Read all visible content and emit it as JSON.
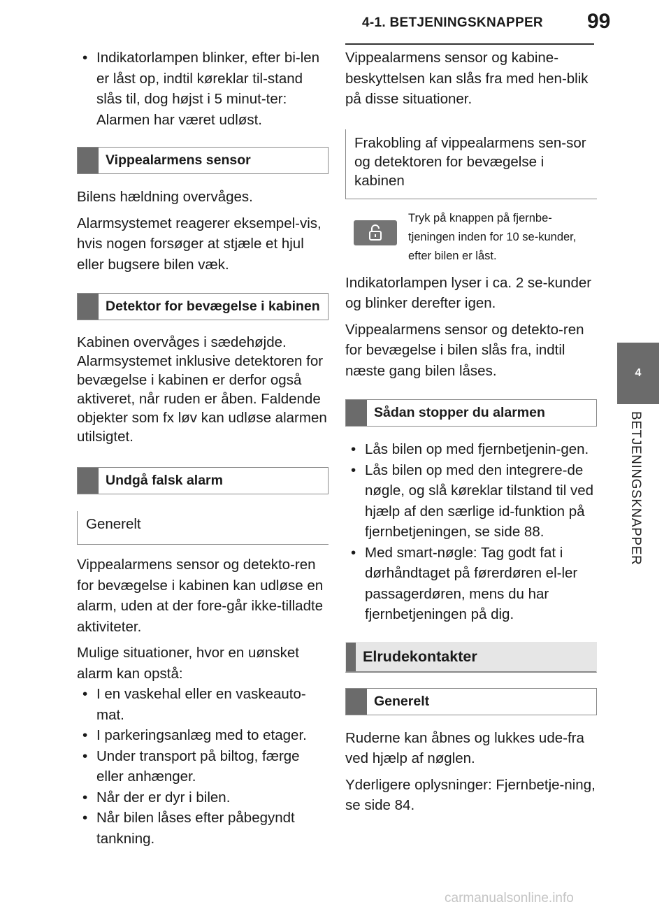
{
  "header": {
    "section": "4-1. BETJENINGSKNAPPER",
    "page_number": "99"
  },
  "side_tab": {
    "number": "4",
    "label": "BETJENINGSKNAPPER"
  },
  "left": {
    "intro_bullet": "Indikatorlampen blinker, efter bi-len er låst op, indtil køreklar til-stand slås til, dog højst i 5 minut-ter: Alarmen har været udløst.",
    "h_tilt": "Vippealarmens sensor",
    "tilt_p1": "Bilens hældning overvåges.",
    "tilt_p2": "Alarmsystemet reagerer eksempel-vis, hvis nogen forsøger at stjæle et hjul eller bugsere bilen væk.",
    "h_motion": "Detektor for bevægelse i kabinen",
    "motion_p": "Kabinen overvåges i sædehøjde. Alarmsystemet inklusive detektoren for bevægelse i kabinen er derfor også aktiveret, når ruden er åben. Faldende objekter som fx løv kan udløse alarmen utilsigtet.",
    "h_false": "Undgå falsk alarm",
    "sub_general": "Generelt",
    "false_p1": "Vippealarmens sensor og detekto-ren for bevægelse i kabinen kan udløse en alarm, uden at der fore-går ikke-tilladte aktiviteter.",
    "false_p2": "Mulige situationer, hvor en uønsket alarm kan opstå:",
    "situations": [
      "I en vaskehal eller en vaskeauto-mat.",
      "I parkeringsanlæg med to etager.",
      "Under transport på biltog, færge eller anhænger.",
      "Når der er dyr i bilen.",
      "Når bilen låses efter påbegyndt tankning."
    ]
  },
  "right": {
    "p1": "Vippealarmens sensor og kabine-beskyttelsen kan slås fra med hen-blik på disse situationer.",
    "sub_disable": "Frakobling af vippealarmens sen-sor og detektoren for bevægelse i kabinen",
    "icon_name": "unlock-icon",
    "icon_text": "Tryk på knappen på fjernbe-tjeningen inden for 10 se-kunder, efter bilen er låst.",
    "p2": "Indikatorlampen lyser i ca. 2 se-kunder og blinker derefter igen.",
    "p3": "Vippealarmens sensor og detekto-ren for bevægelse i bilen slås fra, indtil næste gang bilen låses.",
    "h_stop": "Sådan stopper du alarmen",
    "stop_steps": [
      "Lås bilen op med fjernbetjenin-gen.",
      "Lås bilen op med den integrere-de nøgle, og slå køreklar tilstand til ved hjælp af den særlige id-funktion på fjernbetjeningen, se side 88.",
      "Med smart-nøgle: Tag godt fat i dørhåndtaget på førerdøren el-ler passagerdøren, mens du har fjernbetjeningen på dig."
    ],
    "h_window": "Elrudekontakter",
    "h_general": "Generelt",
    "p4": "Ruderne kan åbnes og lukkes ude-fra ved hjælp af nøglen.",
    "p5": "Yderligere oplysninger: Fjernbetje-ning, se side 84."
  },
  "footer": {
    "watermark": "carmanualsonline.info"
  }
}
